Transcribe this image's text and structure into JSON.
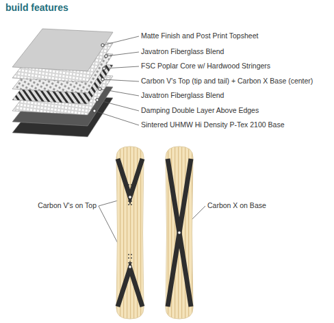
{
  "diagram": {
    "title": "build features",
    "labels": [
      "Matte Finish and Post Print Topsheet",
      "Javatron Fiberglass Blend",
      "FSC Poplar Core w/ Hardwood Stringers",
      "Carbon V's Top (tip and tail) + Carbon X Base (center)",
      "Javatron Fiberglass Blend",
      "Damping Double Layer Above Edges",
      "Sintered UHMW Hi Density P-Tex 2100 Base",
      "Carbon V's on Top",
      "Carbon X on Base"
    ]
  }
}
